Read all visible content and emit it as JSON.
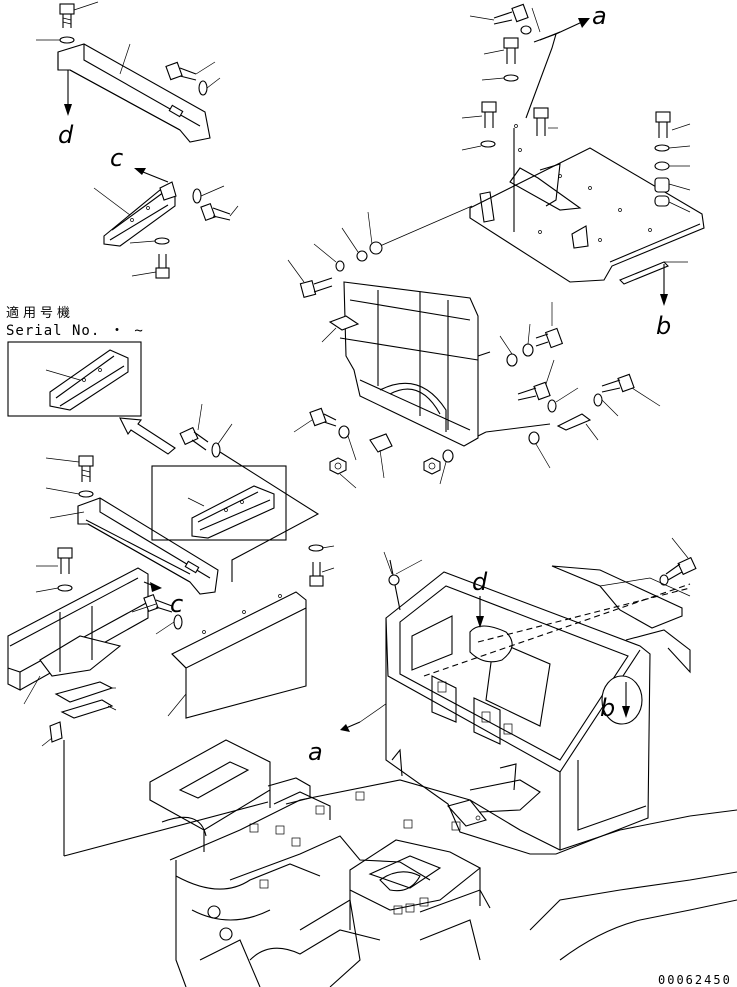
{
  "diagram": {
    "serial_note_jp": "適用号機",
    "serial_note_en": "Serial No.",
    "serial_note_range": "・ ~",
    "drawing_code": "00062450",
    "arrow_labels": {
      "a_top": "a",
      "a_bottom": "a",
      "b_right": "b",
      "b_cab": "b",
      "c_mid": "c",
      "c_lower": "c",
      "d_left": "d",
      "d_cab": "d"
    }
  }
}
